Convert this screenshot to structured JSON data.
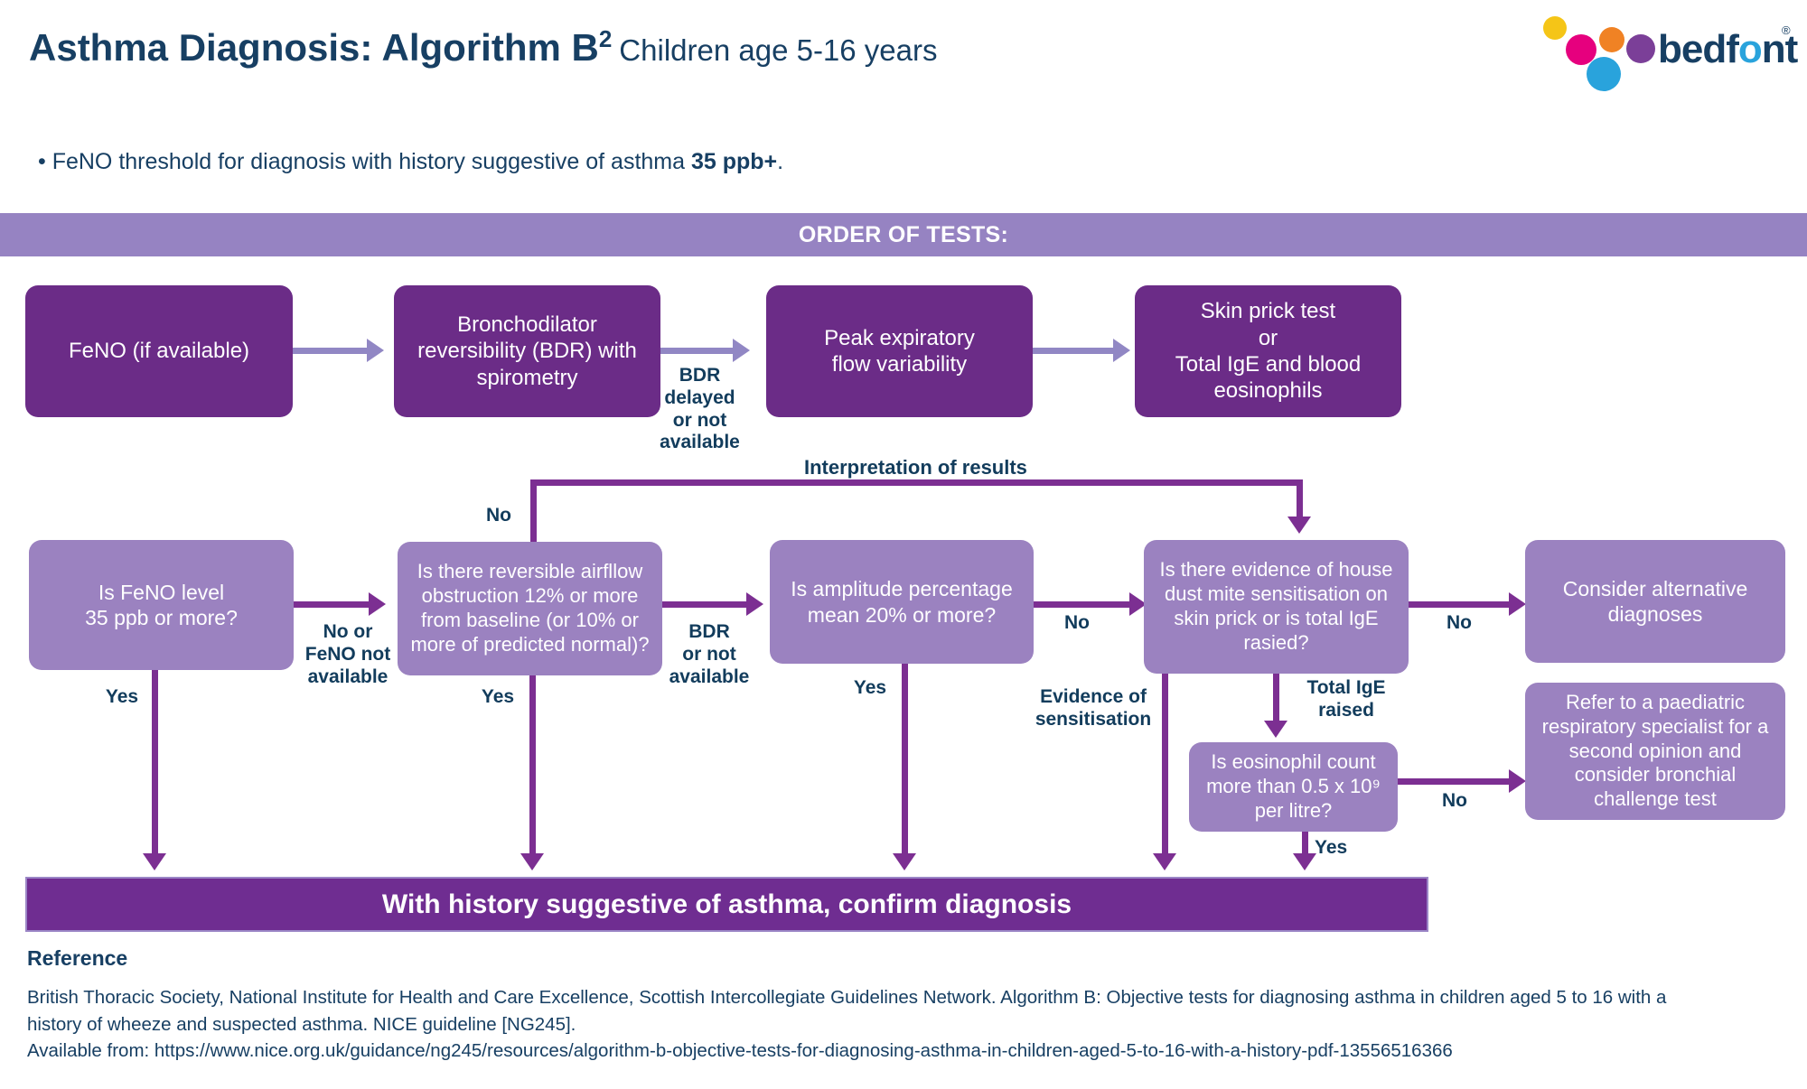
{
  "header": {
    "title_main": "Asthma Diagnosis: Algorithm B",
    "title_sup": "2",
    "subtitle": "Children age 5-16 years",
    "bullet_prefix": "• FeNO threshold for diagnosis with history suggestive of asthma ",
    "bullet_bold": "35 ppb+",
    "bullet_suffix": "."
  },
  "logo": {
    "wordmark_before": "bedf",
    "wordmark_o": "o",
    "wordmark_after": "nt",
    "registered": "®",
    "colors": {
      "yellow": "#F5C517",
      "magenta": "#E6007E",
      "orange": "#F08224",
      "purple": "#7B3F98",
      "blue": "#29A3DC",
      "navy": "#173F63"
    }
  },
  "banners": {
    "order_of_tests": "ORDER OF TESTS:",
    "confirm_diagnosis": "With history suggestive of asthma, confirm diagnosis"
  },
  "tests_row": {
    "boxes": [
      {
        "id": "feno",
        "label": "FeNO (if available)"
      },
      {
        "id": "bdr",
        "label": "Bronchodilator\nreversibility (BDR) with\nspirometry"
      },
      {
        "id": "pefv",
        "label": "Peak expiratory\nflow variability"
      },
      {
        "id": "skin-ige",
        "label": "Skin prick test\nor\nTotal IgE and blood\neosinophils"
      }
    ],
    "edge_labels": [
      {
        "id": "bdr-delayed",
        "text": "BDR\ndelayed\nor not\navailable"
      }
    ]
  },
  "interpretation": {
    "heading": "Interpretation of results",
    "boxes": [
      {
        "id": "q-feno-level",
        "label": "Is FeNO level\n35 ppb or more?"
      },
      {
        "id": "q-reversible-airflow",
        "label": "Is there reversible airfllow\nobstruction 12% or more\nfrom baseline (or 10% or\nmore of predicted normal)?"
      },
      {
        "id": "q-amplitude",
        "label": "Is amplitude percentage\nmean 20% or more?"
      },
      {
        "id": "q-dust-mite",
        "label": "Is there evidence of house\ndust mite sensitisation on\nskin prick or is total IgE\nrasied?"
      },
      {
        "id": "q-eosinophil",
        "label": "Is eosinophil count\nmore than 0.5 x 10⁹\nper litre?"
      },
      {
        "id": "out-alternative",
        "label": "Consider alternative\ndiagnoses"
      },
      {
        "id": "out-refer",
        "label": "Refer to a paediatric\nrespiratory specialist for a\nsecond opinion and\nconsider bronchial\nchallenge test"
      }
    ],
    "edge_labels": [
      {
        "id": "no-top",
        "text": "No"
      },
      {
        "id": "yes-feno",
        "text": "Yes"
      },
      {
        "id": "no-or-feno-not-available",
        "text": "No or\nFeNO not\navailable"
      },
      {
        "id": "yes-reversible",
        "text": "Yes"
      },
      {
        "id": "bdr-or-not-available",
        "text": "BDR\nor not\navailable"
      },
      {
        "id": "yes-amplitude",
        "text": "Yes"
      },
      {
        "id": "no-amplitude",
        "text": "No"
      },
      {
        "id": "evidence-of-sensitisation",
        "text": "Evidence of\nsensitisation"
      },
      {
        "id": "no-dust-mite",
        "text": "No"
      },
      {
        "id": "total-ige-raised",
        "text": "Total IgE\nraised"
      },
      {
        "id": "no-eosinophil",
        "text": "No"
      },
      {
        "id": "yes-eosinophil",
        "text": "Yes"
      }
    ]
  },
  "reference": {
    "heading": "Reference",
    "body": "British Thoracic Society, National Institute for Health and Care Excellence, Scottish Intercollegiate Guidelines Network. Algorithm B: Objective tests for diagnosing asthma in children aged 5 to 16 with a\nhistory of wheeze and suspected asthma. NICE guideline [NG245].\nAvailable from: https://www.nice.org.uk/guidance/ng245/resources/algorithm-b-objective-tests-for-diagnosing-asthma-in-children-aged-5-to-16-with-a-history-pdf-13556516366"
  },
  "palette": {
    "dark_purple": "#6B2C87",
    "light_purple": "#9B82C0",
    "banner_purple": "#9683C2",
    "bottom_banner": "#6F2D91",
    "connector": "#7C2F92",
    "connector_light": "#9187C4",
    "text_navy": "#173F63"
  }
}
